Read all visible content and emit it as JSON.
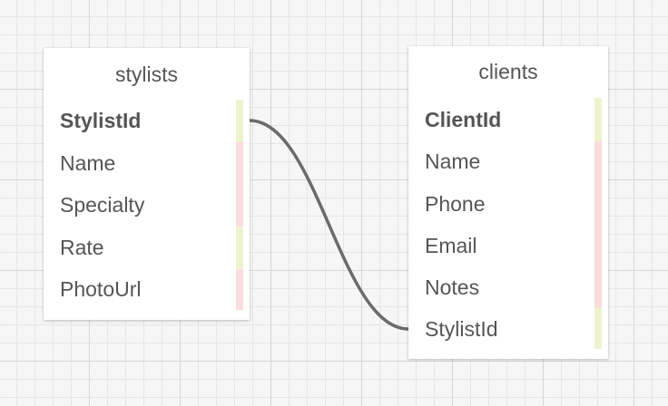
{
  "tables": {
    "stylists": {
      "name": "stylists",
      "fields": [
        "StylistId",
        "Name",
        "Specialty",
        "Rate",
        "PhotoUrl"
      ]
    },
    "clients": {
      "name": "clients",
      "fields": [
        "ClientId",
        "Name",
        "Phone",
        "Email",
        "Notes",
        "StylistId"
      ]
    }
  },
  "relationship": {
    "from": "stylists.StylistId",
    "to": "clients.StylistId"
  },
  "colors": {
    "key_stripe": "#eff2cf",
    "field_stripe": "#f9dcdc",
    "line": "#6b6b6b"
  }
}
